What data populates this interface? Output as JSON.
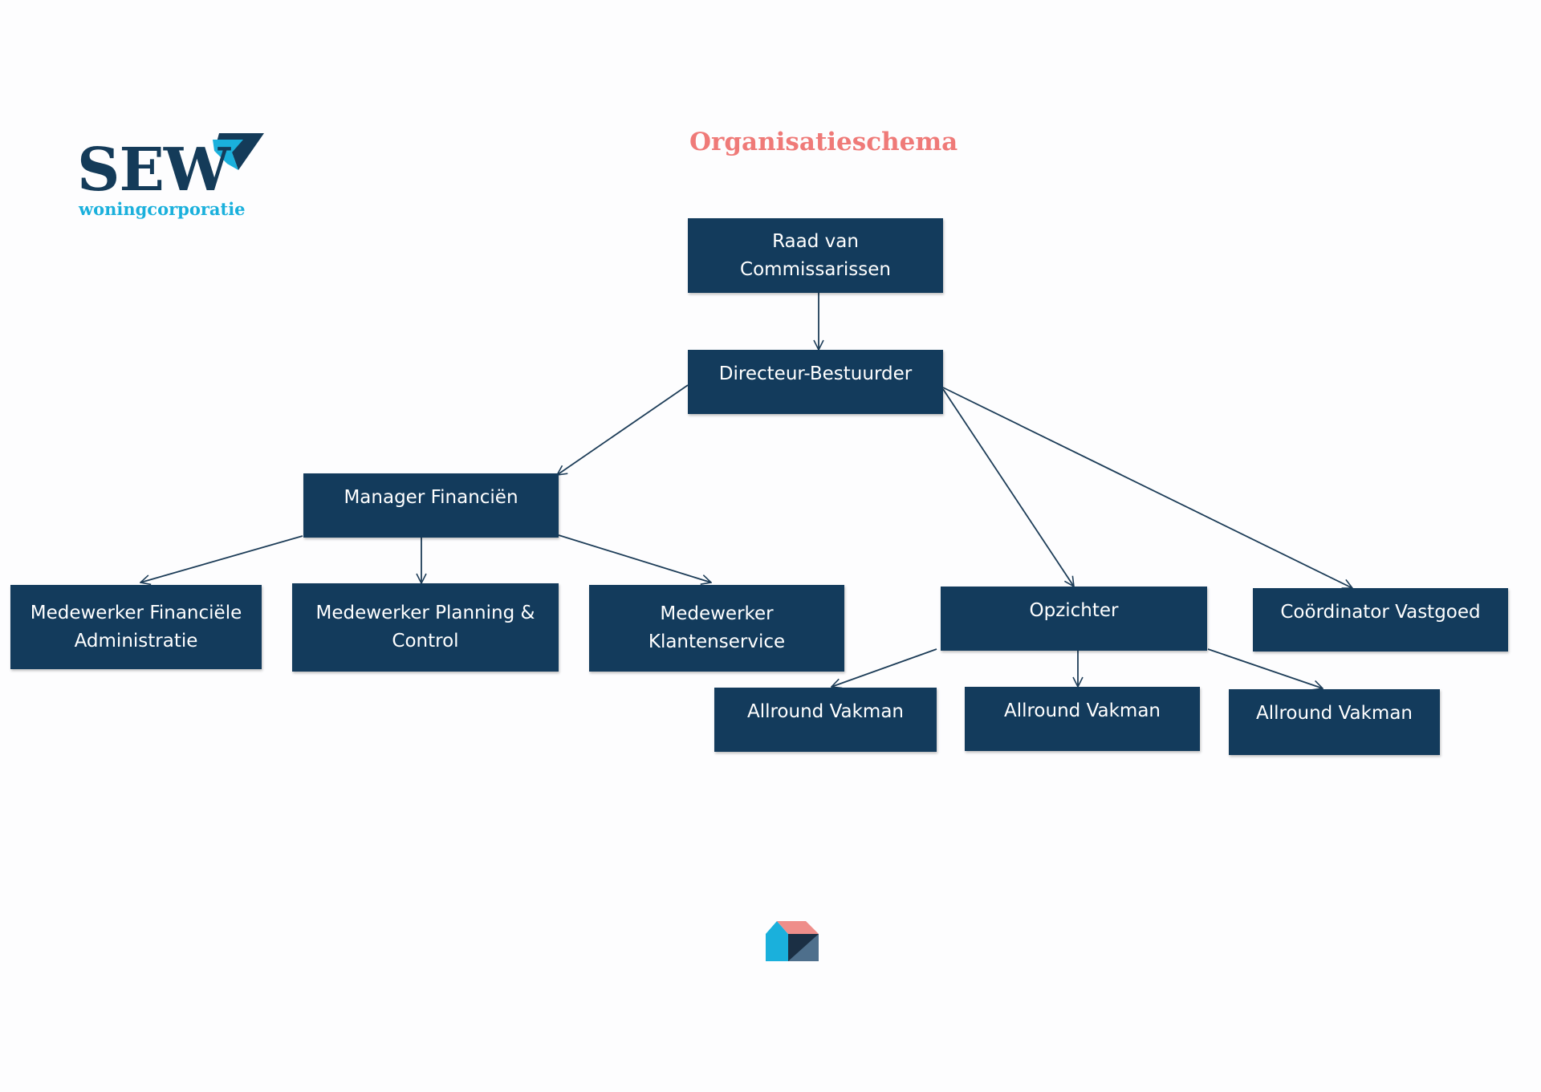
{
  "logo": {
    "main": "SEW",
    "sub": "woningcorporatie",
    "colors": {
      "main": "#143b59",
      "sub": "#1ab0dc",
      "arrow_dark": "#143b59",
      "arrow_light": "#1ab0dc"
    }
  },
  "title": "Organisatieschema",
  "colors": {
    "node_fill": "#133b5c",
    "node_text": "#ffffff",
    "title": "#ef7a78",
    "connector": "#1d3d58"
  },
  "nodes": {
    "rvc": "Raad van Commissarissen",
    "director": "Directeur-Bestuurder",
    "manager_finance": "Manager Financiën",
    "fin_admin": "Medewerker Financiële Administratie",
    "planning_control": "Medewerker Planning & Control",
    "customer_service": "Medewerker Klantenservice",
    "supervisor": "Opzichter",
    "property_coordinator": "Coördinator Vastgoed",
    "craftsman_1": "Allround Vakman",
    "craftsman_2": "Allround Vakman",
    "craftsman_3": "Allround Vakman"
  },
  "edges": [
    [
      "rvc",
      "director"
    ],
    [
      "director",
      "manager_finance"
    ],
    [
      "director",
      "supervisor"
    ],
    [
      "director",
      "property_coordinator"
    ],
    [
      "manager_finance",
      "fin_admin"
    ],
    [
      "manager_finance",
      "planning_control"
    ],
    [
      "manager_finance",
      "customer_service"
    ],
    [
      "supervisor",
      "craftsman_1"
    ],
    [
      "supervisor",
      "craftsman_2"
    ],
    [
      "supervisor",
      "craftsman_3"
    ]
  ],
  "footer_icon": "house-logo-icon"
}
